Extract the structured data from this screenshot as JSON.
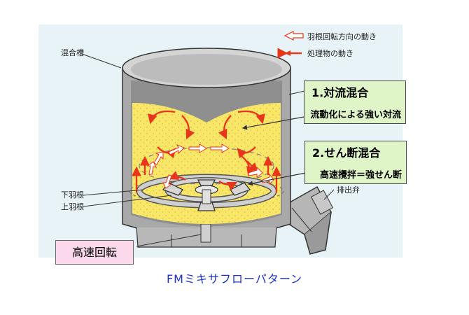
{
  "legend": {
    "blade_direction": "羽根回転方向の動き",
    "material_motion": "処理物の動き"
  },
  "labels": {
    "mixing_tank": "混合槽",
    "lower_blade": "下羽根",
    "upper_blade": "上羽根",
    "discharge_valve": "排出弁"
  },
  "callouts": {
    "convection": {
      "title": "1.対流混合",
      "subtitle": "流動化による強い対流"
    },
    "shear": {
      "title": "2.せん断混合",
      "subtitle": "高速攪拌＝強せん断"
    }
  },
  "speed_label": "高速回転",
  "caption": "FMミキサフローパターン",
  "colors": {
    "background": "#e7f3f6",
    "material": "#f8e668",
    "arrow": "#e8361c",
    "caption": "#1f33c8"
  }
}
